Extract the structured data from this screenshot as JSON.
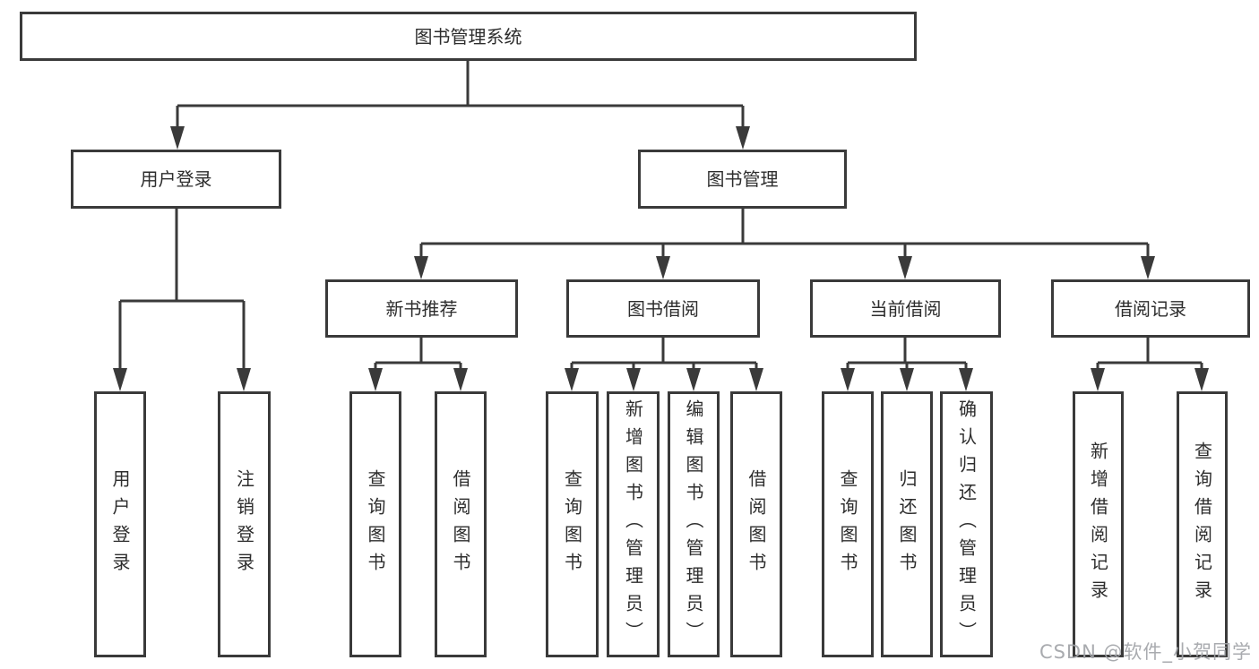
{
  "tree": {
    "root": "图书管理系统",
    "user_branch": {
      "label": "用户登录",
      "leaves": [
        {
          "label": "用户登录"
        },
        {
          "label": "注销登录"
        }
      ]
    },
    "book_branch": {
      "label": "图书管理",
      "sections": [
        {
          "label": "新书推荐",
          "leaves": [
            {
              "label": "查询图书"
            },
            {
              "label": "借阅图书"
            }
          ]
        },
        {
          "label": "图书借阅",
          "leaves": [
            {
              "label": "查询图书"
            },
            {
              "label": "新增图书（管理员）"
            },
            {
              "label": "编辑图书（管理员）"
            },
            {
              "label": "借阅图书"
            }
          ]
        },
        {
          "label": "当前借阅",
          "leaves": [
            {
              "label": "查询图书"
            },
            {
              "label": "归还图书"
            },
            {
              "label": "确认归还（管理员）"
            }
          ]
        },
        {
          "label": "借阅记录",
          "leaves": [
            {
              "label": "新增借阅记录"
            },
            {
              "label": "查询借阅记录"
            }
          ]
        }
      ]
    }
  },
  "watermark": {
    "text": "CSDN @软件_小贺同学"
  },
  "colors": {
    "line": "#3a3a3a",
    "text": "#2d2d2d",
    "background": "#ffffff",
    "watermark": "#a2a4a8"
  }
}
